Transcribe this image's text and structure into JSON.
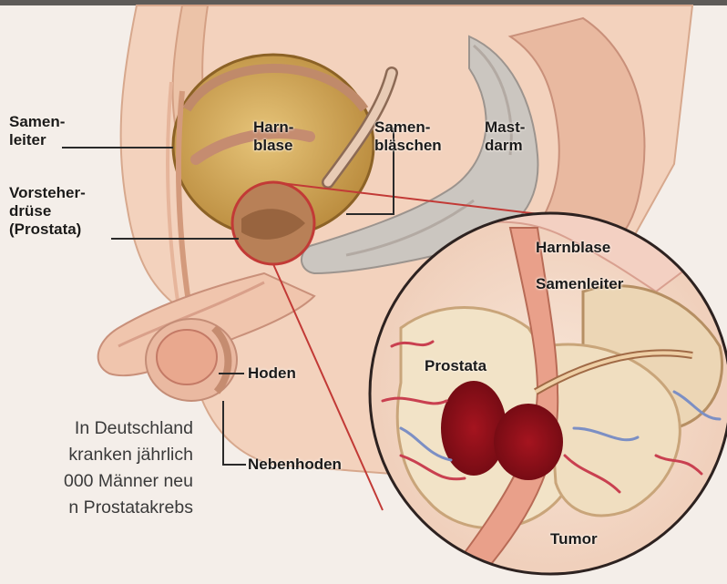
{
  "labels": {
    "samenleiter": [
      "Samen-",
      "leiter"
    ],
    "harnblase": [
      "Harn-",
      "blase"
    ],
    "samenblaeschen": [
      "Samen-",
      "bläschen"
    ],
    "mastdarm": [
      "Mast-",
      "darm"
    ],
    "vorsteherdruese": [
      "Vorsteher-",
      "drüse",
      "(Prostata)"
    ],
    "hoden": "Hoden",
    "nebenhoden": "Nebenhoden"
  },
  "inset_labels": {
    "harnblase": "Harnblase",
    "samenleiter": "Samenleiter",
    "prostata": "Prostata",
    "tumor": "Tumor"
  },
  "note_lines": [
    "In Deutschland",
    "kranken jährlich",
    "000 Männer neu",
    "n Prostatakrebs"
  ],
  "colors": {
    "background": "#f4eee9",
    "skin": "#f3d2bd",
    "bladder": "#d9b25e",
    "prostate": "#b07a52",
    "rectum": "#c8c4bf",
    "tumor": "#8b0f1a",
    "callout_line": "#c23a36",
    "label_line": "#2a2a2a"
  }
}
